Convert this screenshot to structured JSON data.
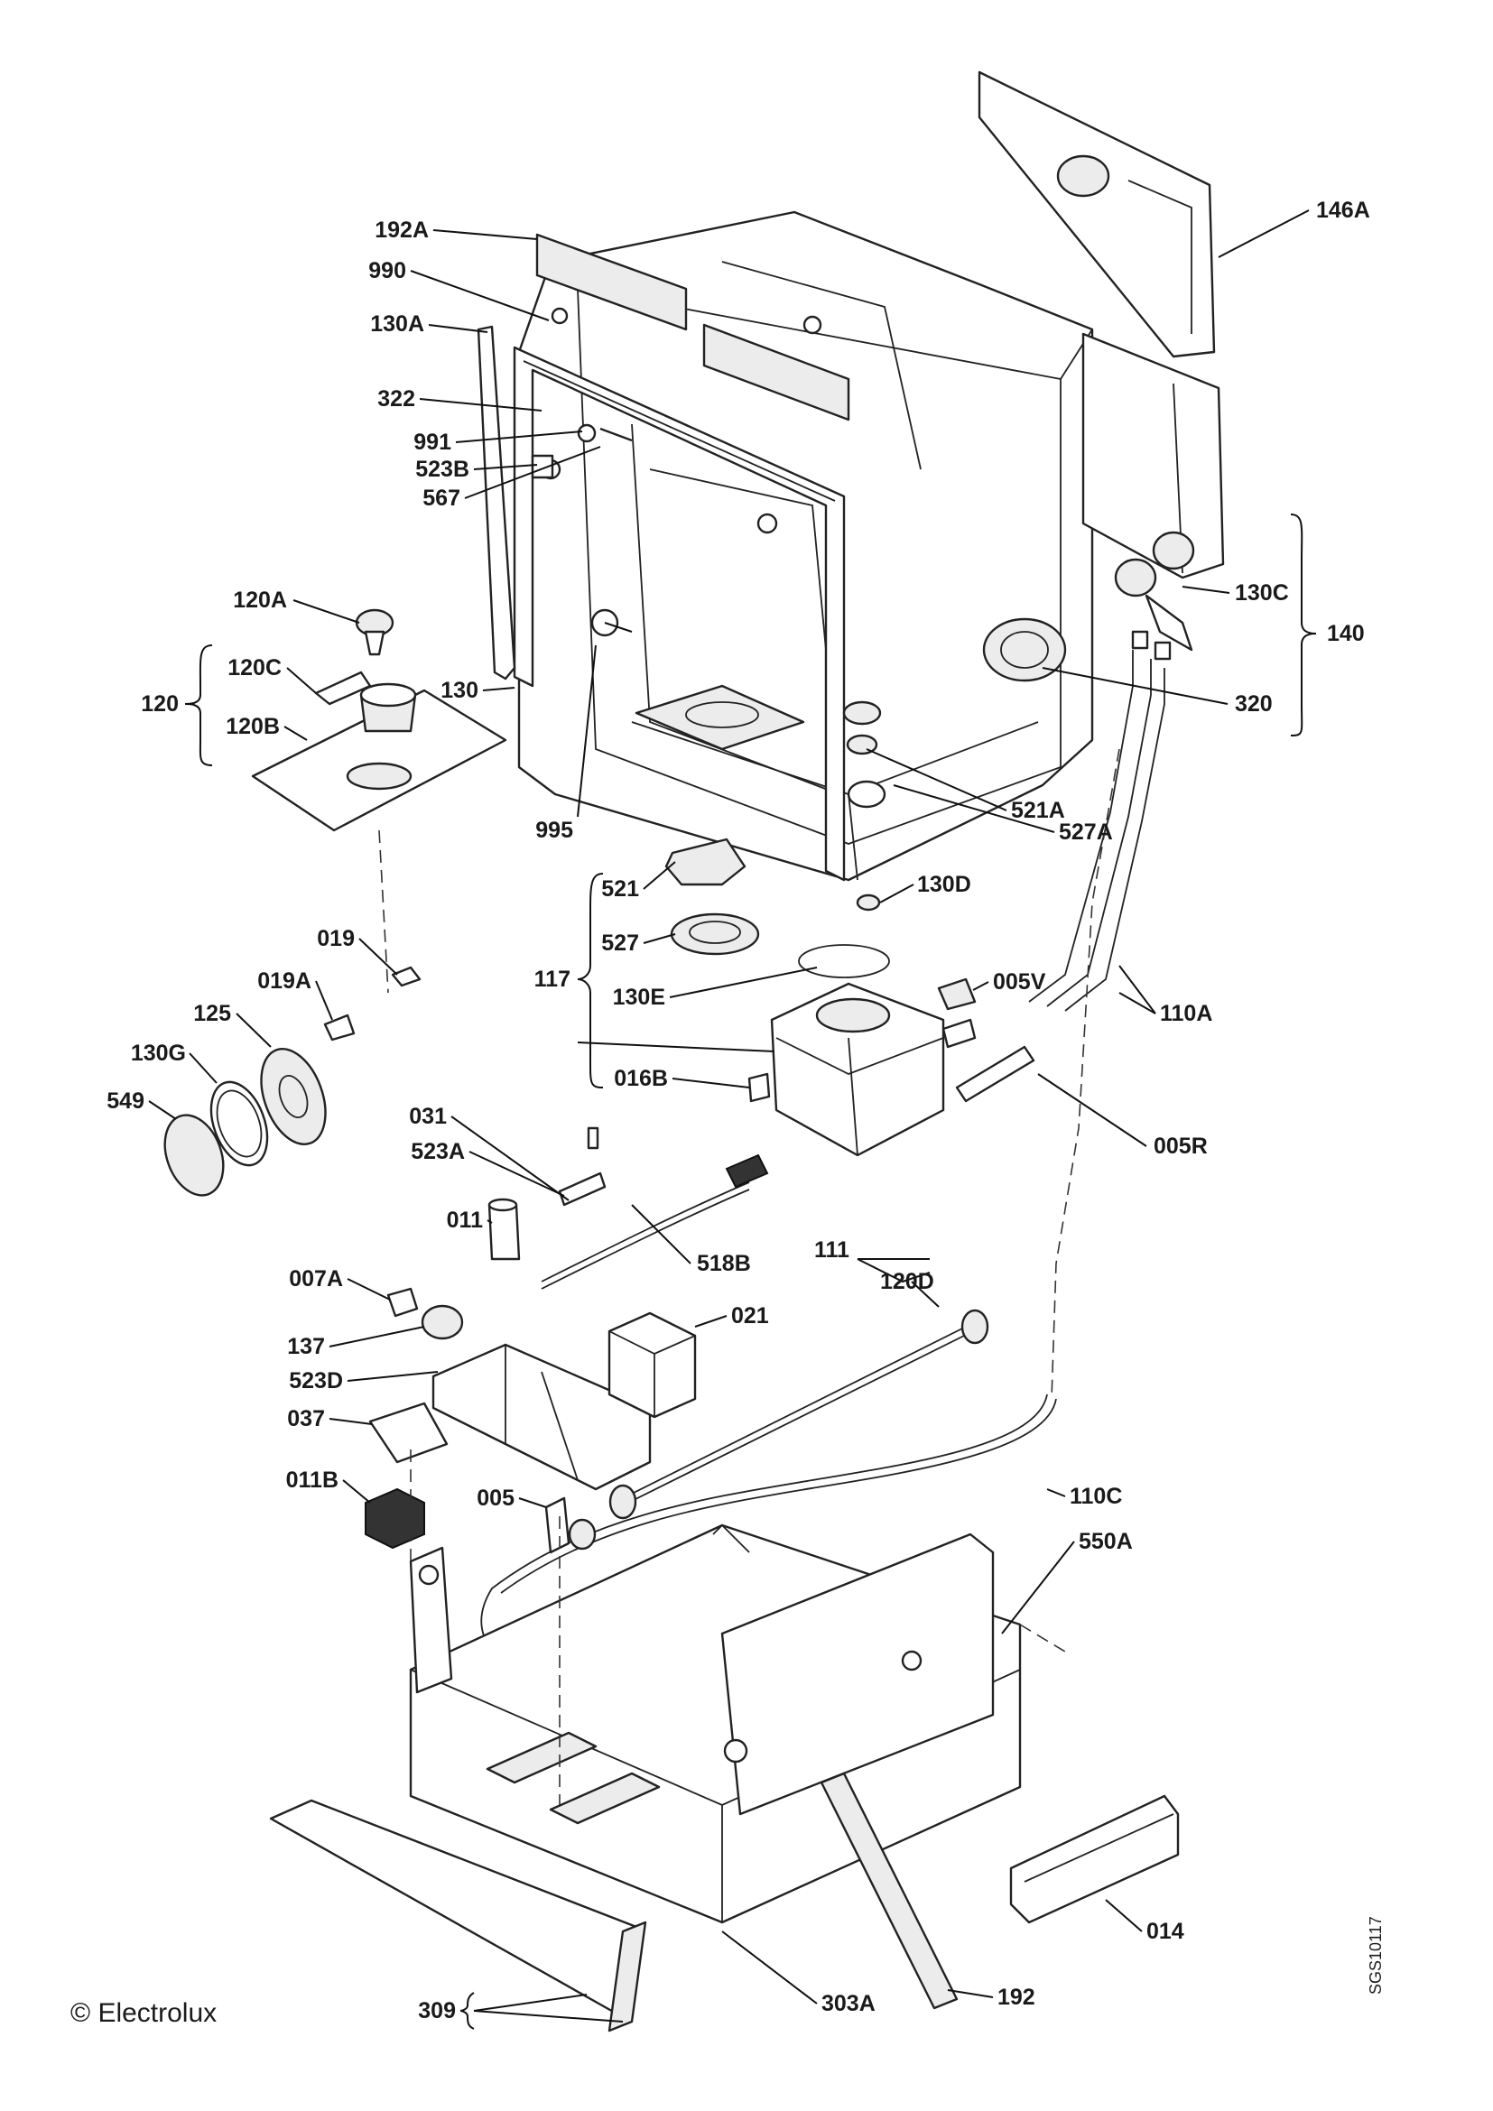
{
  "labels": {
    "l192A": "192A",
    "l990": "990",
    "l130A": "130A",
    "l322": "322",
    "l991": "991",
    "l523B": "523B",
    "l567": "567",
    "l120A": "120A",
    "l120C": "120C",
    "l120": "120",
    "l120B": "120B",
    "l130": "130",
    "l995": "995",
    "l146A": "146A",
    "l130C": "130C",
    "l140": "140",
    "l320": "320",
    "l521A": "521A",
    "l527A": "527A",
    "l521": "521",
    "l130D": "130D",
    "l527": "527",
    "l117": "117",
    "l005V": "005V",
    "l110A": "110A",
    "l130E": "130E",
    "l016B": "016B",
    "l005R": "005R",
    "l019": "019",
    "l019A": "019A",
    "l125": "125",
    "l130G": "130G",
    "l549": "549",
    "l031": "031",
    "l523A": "523A",
    "l011": "011",
    "l518B": "518B",
    "l111": "111",
    "l120D": "120D",
    "l007A": "007A",
    "l021": "021",
    "l137": "137",
    "l523D": "523D",
    "l037": "037",
    "l011B": "011B",
    "l005": "005",
    "l110C": "110C",
    "l550A": "550A",
    "l014": "014",
    "l303A": "303A",
    "l192": "192",
    "l309": "309"
  },
  "copyright": "© Electrolux",
  "drawing_code": "SGS10117"
}
